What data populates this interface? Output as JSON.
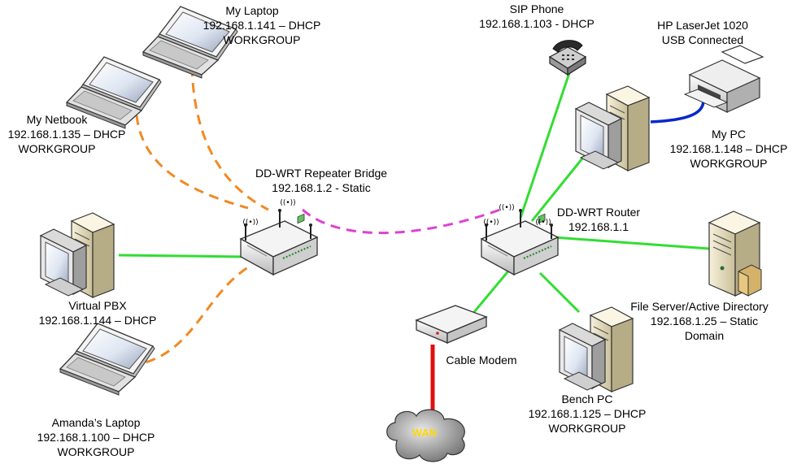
{
  "colors": {
    "wireless_link": "#f08a24",
    "repeater_link": "#e040d0",
    "wired_link": "#33dd33",
    "usb_link": "#0a28c8",
    "wan_link": "#e01010"
  },
  "nodes": {
    "my_laptop": {
      "icon": "laptop-icon",
      "name": "My Laptop",
      "ip": "192.168.1.141 – DHCP",
      "group": "WORKGROUP"
    },
    "my_netbook": {
      "icon": "laptop-icon",
      "name": "My Netbook",
      "ip": "192.168.1.135 – DHCP",
      "group": "WORKGROUP"
    },
    "repeater": {
      "icon": "wireless-router-icon",
      "name": "DD-WRT Repeater Bridge",
      "ip": "192.168.1.2 - Static"
    },
    "virtual_pbx": {
      "icon": "desktop-pc-icon",
      "name": "Virtual PBX",
      "ip": "192.168.1.144 – DHCP"
    },
    "amanda_laptop": {
      "icon": "laptop-icon",
      "name": "Amanda’s Laptop",
      "ip": "192.168.1.100 – DHCP",
      "group": "WORKGROUP"
    },
    "sip_phone": {
      "icon": "phone-icon",
      "name": "SIP Phone",
      "ip": "192.168.1.103 - DHCP"
    },
    "printer": {
      "icon": "printer-icon",
      "name": "HP LaserJet 1020",
      "note": "USB Connected"
    },
    "my_pc": {
      "icon": "desktop-pc-icon",
      "name": "My PC",
      "ip": "192.168.1.148 – DHCP",
      "group": "WORKGROUP"
    },
    "router": {
      "icon": "wireless-router-icon",
      "name": "DD-WRT Router",
      "ip": "192.168.1.1"
    },
    "file_server": {
      "icon": "server-icon",
      "name": "File Server/Active Directory",
      "ip": "192.168.1.25 – Static",
      "group": "Domain"
    },
    "cable_modem": {
      "icon": "modem-icon",
      "name": "Cable Modem"
    },
    "bench_pc": {
      "icon": "desktop-pc-icon",
      "name": "Bench PC",
      "ip": "192.168.1.125 – DHCP",
      "group": "WORKGROUP"
    },
    "wan": {
      "icon": "cloud-icon",
      "name": "WAN"
    }
  },
  "wifi_glyph": "((•))"
}
